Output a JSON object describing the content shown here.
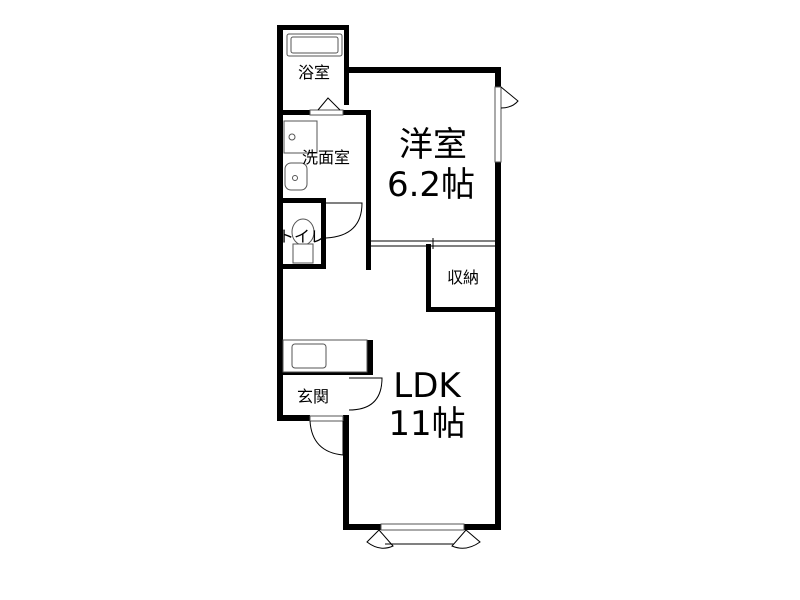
{
  "floorplan": {
    "rooms": {
      "bathroom": {
        "label": "浴室"
      },
      "washroom": {
        "label": "洗面室"
      },
      "toilet": {
        "label": "トイレ"
      },
      "western_room": {
        "label": "洋室",
        "size": "6.2帖"
      },
      "storage": {
        "label": "収納"
      },
      "ldk": {
        "label": "LDK",
        "size": "11帖"
      },
      "entrance": {
        "label": "玄関"
      }
    },
    "colors": {
      "wall": "#000000",
      "background": "#ffffff"
    }
  }
}
